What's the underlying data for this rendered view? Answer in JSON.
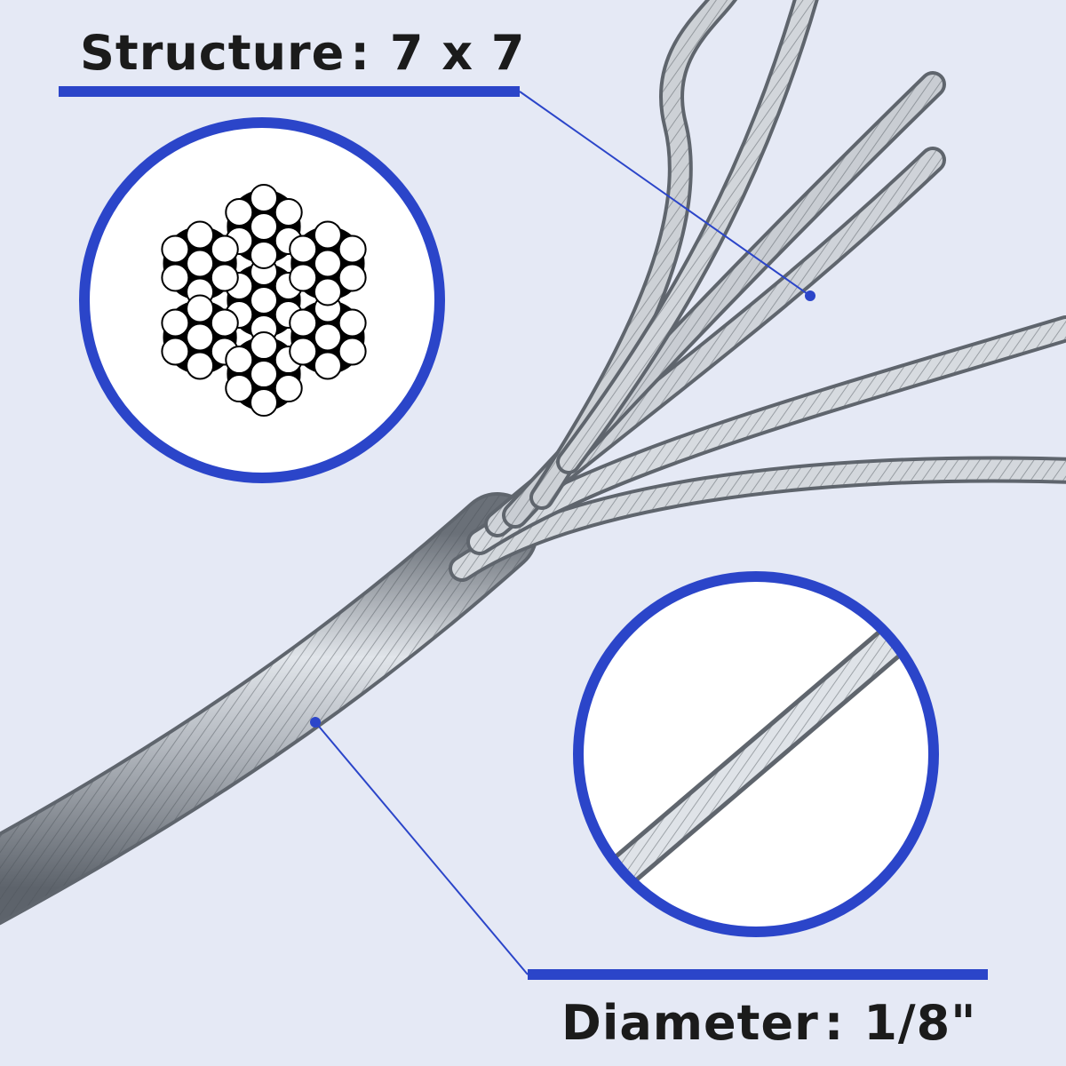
{
  "labels": {
    "structure": {
      "key": "Structure",
      "separator": ":",
      "value": "7 x 7"
    },
    "diameter": {
      "key": "Diameter",
      "separator": ":",
      "value": "1/8\""
    }
  },
  "colors": {
    "background": "#e5e9f5",
    "accent_blue": "#2b45c9",
    "cable_light": "#dfe3e8",
    "cable_mid": "#a4aab2",
    "cable_dark": "#5f656d",
    "text": "#1b1b1b"
  },
  "icons": [
    "wire-rope-cross-section-7x7",
    "cable-closeup"
  ]
}
